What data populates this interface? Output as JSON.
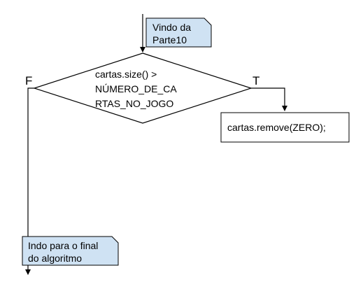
{
  "diagram": {
    "incoming_note": {
      "lines": [
        "Vindo da",
        "Parte10"
      ]
    },
    "decision": {
      "lines": [
        "cartas.size() >",
        "NÚMERO_DE_CA",
        "RTAS_NO_JOGO"
      ]
    },
    "false_label": "F",
    "true_label": "T",
    "action": {
      "text": "cartas.remove(ZERO);"
    },
    "outgoing_note": {
      "lines": [
        "Indo para o final",
        "do algoritmo"
      ]
    }
  },
  "colors": {
    "note_fill": "#cfe2f3",
    "stroke": "#000000",
    "background": "#ffffff"
  }
}
